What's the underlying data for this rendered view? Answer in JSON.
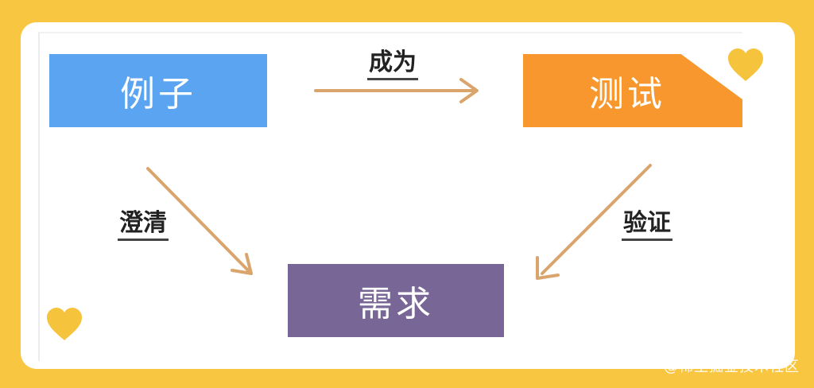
{
  "nodes": {
    "example": "例子",
    "test": "测试",
    "requirement": "需求"
  },
  "edges": {
    "become": "成为",
    "clarify": "澄清",
    "verify": "验证"
  },
  "watermark": "@稀土掘金技术社区",
  "colors": {
    "background": "#f8c640",
    "example": "#5aa4f1",
    "test": "#f7972d",
    "requirement": "#786796",
    "arrow": "#d9a56d",
    "heart": "#f6c43c"
  },
  "icons": [
    "heart-icon",
    "heart-icon"
  ]
}
